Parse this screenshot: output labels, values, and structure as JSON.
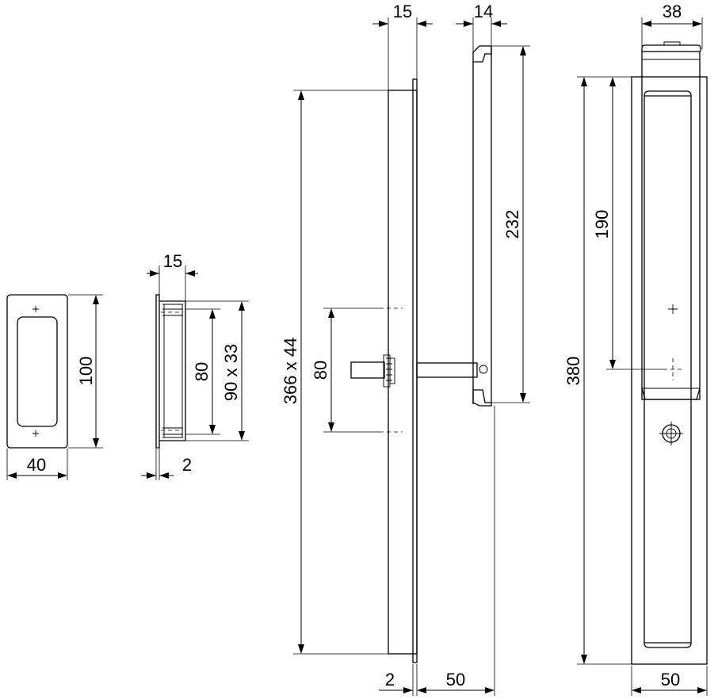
{
  "dimensions": {
    "flush_pull_width": "40",
    "flush_pull_height": "100",
    "flush_pull_depth": "15",
    "flush_pull_plate": "2",
    "flush_pull_hole_spacing": "80",
    "flush_pull_cutout": "90 x 33",
    "rose_depth": "15",
    "rose_size": "366 x 44",
    "rose_hole_spacing": "80",
    "rose_plate": "2",
    "spindle_projection": "50",
    "handle_depth": "14",
    "handle_length": "232",
    "front_width_top": "38",
    "front_height": "380",
    "front_grip_length": "190",
    "front_width_bottom": "50"
  },
  "colors": {
    "line": "#000000",
    "background": "#ffffff"
  }
}
